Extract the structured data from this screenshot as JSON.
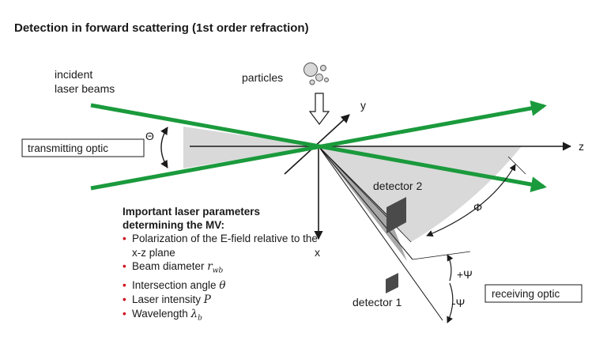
{
  "title": "Detection in forward scattering (1st order refraction)",
  "labels": {
    "incident_line1": "incident",
    "incident_line2": "laser beams",
    "particles": "particles",
    "transmitting_optic": "transmitting optic",
    "receiving_optic": "receiving optic",
    "detector1": "detector 1",
    "detector2": "detector 2",
    "axis_x": "x",
    "axis_y": "y",
    "axis_z": "z",
    "theta": "Θ",
    "phi": "Φ",
    "plus_psi": "+Ψ",
    "minus_psi": "-Ψ"
  },
  "parameters": {
    "heading_line1": "Important laser parameters",
    "heading_line2": "determining the MV:",
    "items": [
      {
        "text": "Polarization of the E-field relative to the x-z plane",
        "symbol": "",
        "sub": ""
      },
      {
        "text": "Beam diameter ",
        "symbol": "r",
        "sub": "wb"
      },
      {
        "text": "Intersection angle ",
        "symbol": "θ",
        "sub": ""
      },
      {
        "text": "Laser intensity ",
        "symbol": "P",
        "sub": ""
      },
      {
        "text": "Wavelength ",
        "symbol": "λ",
        "sub": "b"
      }
    ]
  },
  "colors": {
    "beam": "#1a9a3c",
    "cone": "#d9d9d9",
    "cone_dark": "#a8a8a8",
    "detector": "#4a4a4a",
    "bullet": "#d0021b"
  }
}
